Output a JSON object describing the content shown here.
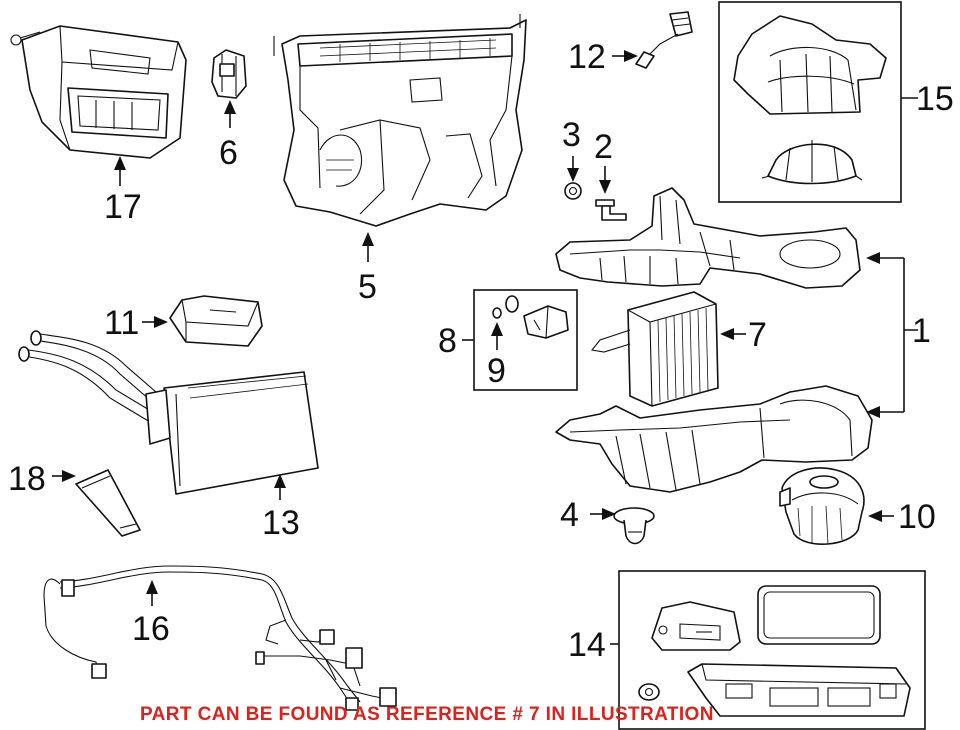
{
  "callouts": {
    "c1": "1",
    "c2": "2",
    "c3": "3",
    "c4": "4",
    "c5": "5",
    "c6": "6",
    "c7": "7",
    "c8": "8",
    "c9": "9",
    "c10": "10",
    "c11": "11",
    "c12": "12",
    "c13": "13",
    "c14": "14",
    "c15": "15",
    "c16": "16",
    "c17": "17",
    "c18": "18"
  },
  "note": "PART CAN BE FOUND AS REFERENCE # 7 IN ILLUSTRATION",
  "colors": {
    "note": "#e0201b",
    "line": "#111111",
    "background": "#ffffff"
  }
}
